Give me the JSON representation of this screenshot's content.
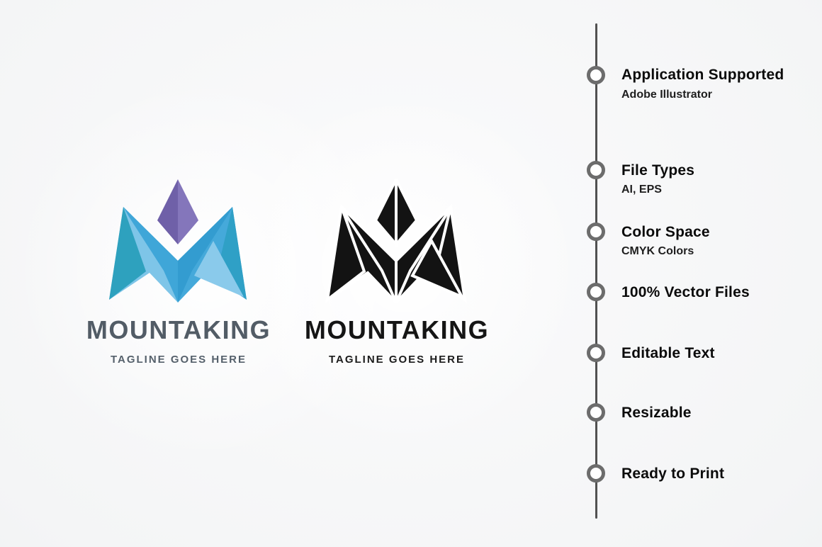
{
  "page": {
    "background_base": "#F4F5F6",
    "background_edge": "#E9EBED"
  },
  "logo": {
    "brand_name": "MOUNTAKING",
    "tagline": "TAGLINE GOES HERE",
    "color_variant": {
      "name_color": "#525C66",
      "tagline_color": "#55606B",
      "mark_colors": {
        "kite_left": "#6F60A8",
        "kite_right": "#8476BB",
        "sail_teal": "#2EA1BE",
        "light_blue": "#7EC5E8",
        "medium_blue": "#45A9DA",
        "band_medium": "#3FA6D8",
        "band_deep": "#339CD0",
        "inset_light": "#8ACAEB",
        "sail_right": "#2FA0C6"
      }
    },
    "black_variant": {
      "mark_fill": "#131313",
      "separator": "#FFFFFF",
      "name_color": "#151515",
      "tagline_color": "#1B1B1B"
    }
  },
  "timeline": {
    "line_color": "#515151",
    "dot_ring_color": "#6C6C6C",
    "items": [
      {
        "title": "Application Supported",
        "subtitle": "Adobe Illustrator"
      },
      {
        "title": "File Types",
        "subtitle": "AI, EPS"
      },
      {
        "title": "Color Space",
        "subtitle": "CMYK Colors"
      },
      {
        "title": "100% Vector Files"
      },
      {
        "title": "Editable Text"
      },
      {
        "title": "Resizable"
      },
      {
        "title": "Ready to Print"
      }
    ]
  }
}
